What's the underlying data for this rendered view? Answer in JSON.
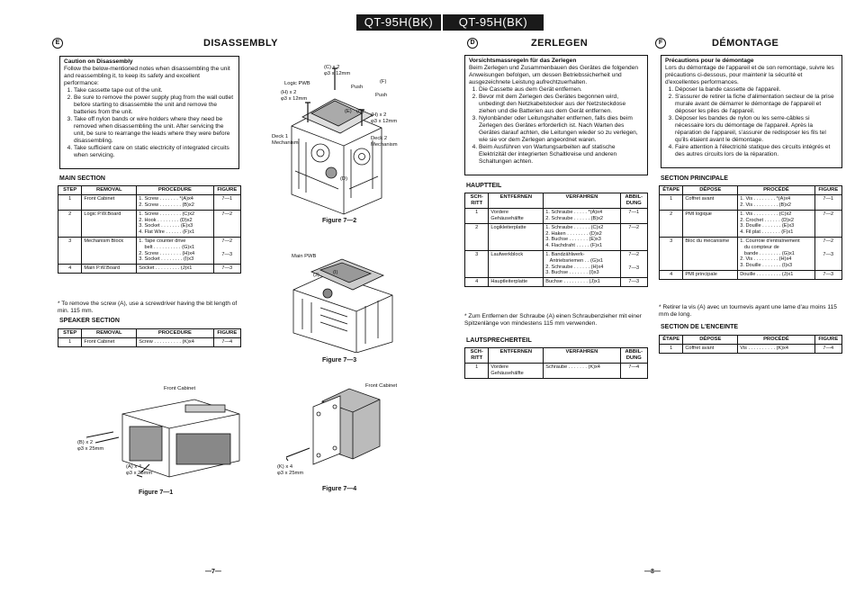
{
  "banner": {
    "left": "QT-95H(BK)",
    "right": "QT-95H(BK)"
  },
  "english": {
    "marker": "E",
    "title": "DISASSEMBLY",
    "caution_title": "Caution on Disassembly",
    "caution_intro": "Follow the below-mentioned notes when disassembling the unit and reassembling it, to keep its safety and excellent performance:",
    "caution_items": [
      "Take cassette tape out of the unit.",
      "Be sure to remove the power supply plug from the wall outlet before starting to disassemble the unit and remove the batteries from the unit.",
      "Take off nylon bands or wire holders where they need be removed when disassembling the unit. After servicing the unit, be sure to rearrange the leads where they were before disassembling.",
      "Take sufficient care on static electricity of integrated circuits when servicing."
    ],
    "main_section": "MAIN SECTION",
    "headers": [
      "STEP",
      "REMOVAL",
      "PROCEDURE",
      "FIGURE"
    ],
    "main_rows": [
      {
        "step": "1",
        "removal": "Front Cabinet",
        "procedure": [
          "1. Screw . . . . . . . *(A)x4",
          "2. Screw . . . . . . . . (B)x2"
        ],
        "figure": [
          "7—1"
        ]
      },
      {
        "step": "2",
        "removal": "Logic P.W.Board",
        "procedure": [
          "1. Screw . . . . . . . . (C)x2",
          "2. Hook . . . . . . . . (D)x2",
          "3. Socket . . . . . . . (E)x3",
          "4. Flat Wire . . . . . . (F)x1"
        ],
        "figure": [
          "7—2"
        ]
      },
      {
        "step": "3",
        "removal": "Mechanism Block",
        "procedure": [
          "1. Tape counter drive",
          "    belt . . . . . . . . . . (G)x1",
          "2. Screw . . . . . . . . (H)x4",
          "3. Socket . . . . . . . . (I)x3"
        ],
        "figure": [
          "7—2",
          "7—3"
        ]
      },
      {
        "step": "4",
        "removal": "Main P.W.Board",
        "procedure": [
          "Socket . . . . . . . . . (J)x1"
        ],
        "figure": [
          "7—3"
        ]
      }
    ],
    "note": "* To remove the screw (A), use a screwdriver having the bit length of min. 115 mm.",
    "speaker_section": "SPEAKER SECTION",
    "speaker_rows": [
      {
        "step": "1",
        "removal": "Front Cabinet",
        "procedure": [
          "Screw . . . . . . . . . . (K)x4"
        ],
        "figure": [
          "7—4"
        ]
      }
    ],
    "page": "—7—"
  },
  "german": {
    "marker": "D",
    "title": "ZERLEGEN",
    "caution_title": "Vorsichtsmassregeln für das Zerlegen",
    "caution_intro": "Beim Zerlegen und Zusammenbauen des Gerätes die folgenden Anweisungen befolgen, um dessen Betriebssicherheit und ausgezeichnete Leistung aufrechtzuerhalten.",
    "caution_items": [
      "Die Cassette aus dem Gerät entfernen.",
      "Bevor mit dem Zerlegen des Gerätes begonnen wird, unbedingt den Netzkabelstecker aus der Netzsteckdose ziehen und die Batterien aus dem Gerät entfernen.",
      "Nylonbänder oder Leitungshalter entfernen, falls dies beim Zerlegen des Gerätes erforderlich ist. Nach Warten des Gerätes darauf achten, die Leitungen wieder so zu verlegen, wie sie vor dem Zerlegen angeordnet waren.",
      "Beim Ausführen von Wartungsarbeiten auf statische Elektrizität der integrierten Schaltkreise und anderen Schaltungen achten."
    ],
    "main_section": "HAUPTTEIL",
    "headers": [
      "SCH-\nRITT",
      "ENTFERNEN",
      "VERFAHREN",
      "ABBIL-\nDUNG"
    ],
    "main_rows": [
      {
        "step": "1",
        "removal": "Vordere\nGehäusehälfte",
        "procedure": [
          "1. Schraube . . . . . *(A)x4",
          "2. Schraube . . . . . . (B)x2"
        ],
        "figure": [
          "7—1"
        ]
      },
      {
        "step": "2",
        "removal": "Logikleiterplatte",
        "procedure": [
          "1. Schraube . . . . . . (C)x2",
          "2. Haken . . . . . . . . (D)x2",
          "3. Buchse . . . . . . . (E)x3",
          "4. Flachdraht . . . . . (F)x1"
        ],
        "figure": [
          "7—2"
        ]
      },
      {
        "step": "3",
        "removal": "Laufwerkblock",
        "procedure": [
          "1. Bandzählwerk-",
          "   Antriebsriemen . . (G)x1",
          "2. Schraube . . . . . . (H)x4",
          "3. Buchse . . . . . . . (I)x3"
        ],
        "figure": [
          "7—2",
          "7—3"
        ]
      },
      {
        "step": "4",
        "removal": "Hauptleiterplatte",
        "procedure": [
          "Buchse . . . . . . . . . (J)x1"
        ],
        "figure": [
          "7—3"
        ]
      }
    ],
    "note": "* Zum Entfernen der Schraube (A) einen Schraubenzieher mit einer Spitzenlänge von mindestens 115 mm verwenden.",
    "speaker_section": "LAUTSPRECHERTEIL",
    "speaker_rows": [
      {
        "step": "1",
        "removal": "Vordere\nGehäusehälfte",
        "procedure": [
          "Schraube . . . . . . . (K)x4"
        ],
        "figure": [
          "7—4"
        ]
      }
    ],
    "page": "—8—"
  },
  "french": {
    "marker": "F",
    "title": "DÉMONTAGE",
    "caution_title": "Précautions pour le démontage",
    "caution_intro": "Lors du démontage de l'appareil et de son remontage, suivre les précautions ci-dessous, pour maintenir la sécurité et d'excellentes performances.",
    "caution_items": [
      "Déposer la bande cassette de l'appareil.",
      "S'assurer de retirer la fiche d'alimentation secteur de la prise murale avant de démarrer le démontage de l'appareil et déposer les piles de l'appareil.",
      "Déposer les bandes de nylon ou les serre-câbles si nécessaire lors du démontage de l'appareil. Après la réparation de l'appareil, s'assurer de redisposer les fils tel qu'ils étaient avant le démontage.",
      "Faire attention à l'électricité statique des circuits intégrés et des autres circuits lors de la réparation."
    ],
    "main_section": "SECTION PRINCIPALE",
    "headers": [
      "ÉTAPE",
      "DÉPOSE",
      "PROCÉDÉ",
      "FIGURE"
    ],
    "main_rows": [
      {
        "step": "1",
        "removal": "Coffret avant",
        "procedure": [
          "1. Vis . . . . . . . . *(A)x4",
          "2. Vis . . . . . . . . . (B)x2"
        ],
        "figure": [
          "7—1"
        ]
      },
      {
        "step": "2",
        "removal": "PMI logique",
        "procedure": [
          "1. Vis . . . . . . . . . (C)x2",
          "2. Crochet . . . . . . (D)x2",
          "3. Douille . . . . . . . (E)x3",
          "4. Fil plat . . . . . . . (F)x1"
        ],
        "figure": [
          "7—2"
        ]
      },
      {
        "step": "3",
        "removal": "Bloc du mécanisme",
        "procedure": [
          "1. Courroie d'entraînement",
          "   du compteur de",
          "   bande . . . . . . . . (G)x1",
          "2. Vis . . . . . . . . . (H)x4",
          "3. Douille . . . . . . . (I)x3"
        ],
        "figure": [
          "7—2",
          "7—3"
        ]
      },
      {
        "step": "4",
        "removal": "PMI principale",
        "procedure": [
          "Douille . . . . . . . . . (J)x1"
        ],
        "figure": [
          "7—3"
        ]
      }
    ],
    "note": "* Retirer la vis (A) avec un tournevis ayant une lame d'au moins 115 mm de long.",
    "speaker_section": "SECTION DE L'ENCEINTE",
    "speaker_rows": [
      {
        "step": "1",
        "removal": "Coffret avant",
        "procedure": [
          "Vis . . . . . . . . . . (K)x4"
        ],
        "figure": [
          "7—4"
        ]
      }
    ]
  },
  "figures": {
    "fig1": {
      "caption": "Figure 7—1",
      "labels": {
        "front_cabinet": "Front Cabinet",
        "b_screw": "(B) x 2\nφ3 x 25mm",
        "a_screw": "(A) x 4\nφ3 x 25mm"
      }
    },
    "fig2": {
      "caption": "Figure 7—2",
      "labels": {
        "c_screw": "(C) x 2\nφ3 x 12mm",
        "logic_pwb": "Logic PWB",
        "f": "(F)",
        "push1": "Push",
        "push2": "Push",
        "h_left": "(H) x 2\nφ3 x 12mm",
        "e": "(E)",
        "g": "(G)",
        "h_right": "(H) x 2\nφ3 x 12mm",
        "deck1": "Deck 1\nMechanism",
        "deck2": "Deck 2\nMechanism",
        "d": "(D)"
      }
    },
    "fig3": {
      "caption": "Figure 7—3",
      "labels": {
        "main_pwb": "Main PWB",
        "j": "(J)",
        "i": "(I)"
      }
    },
    "fig4": {
      "caption": "Figure 7—4",
      "labels": {
        "front_cabinet": "Front Cabinet",
        "k_screw": "(K) x 4\nφ3 x 25mm"
      }
    }
  }
}
